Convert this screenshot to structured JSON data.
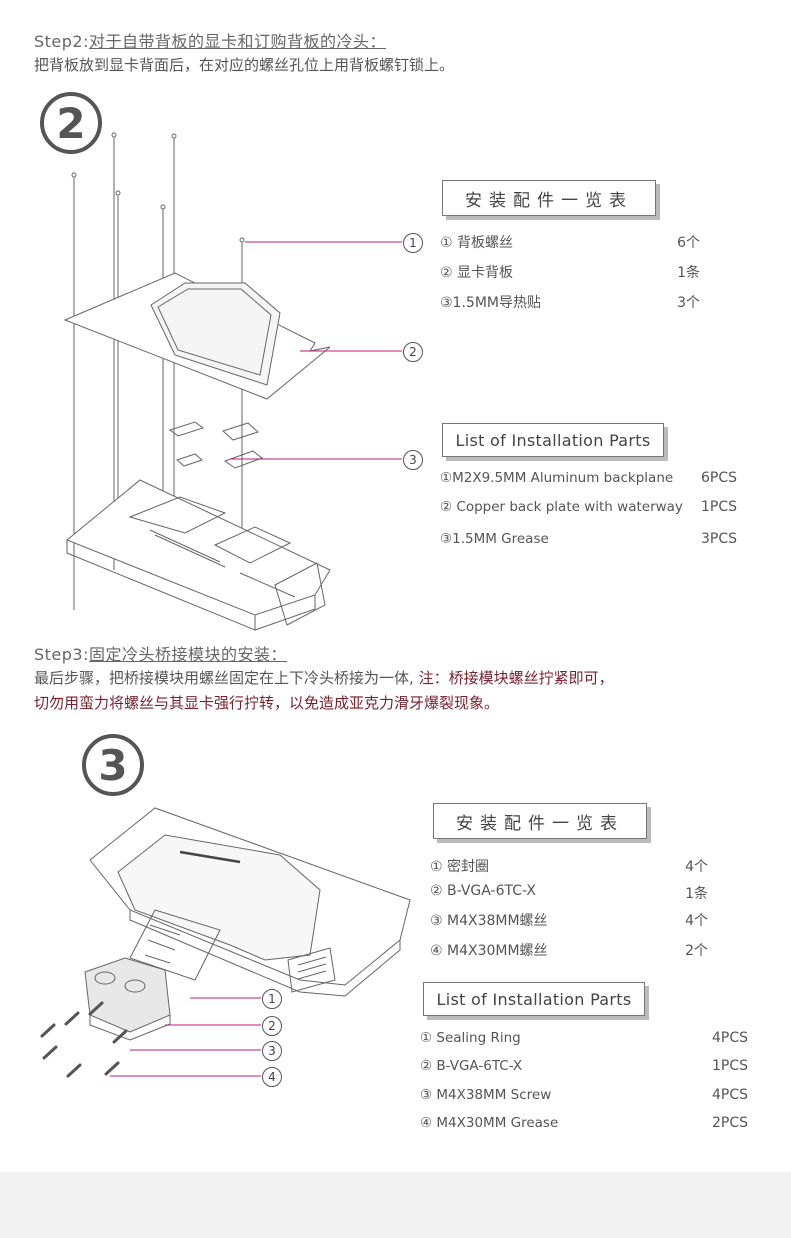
{
  "step2": {
    "title_prefix": "Step2:",
    "title_text": "对于自带背板的显卡和订购背板的冷头：",
    "desc": "把背板放到显卡背面后，在对应的螺丝孔位上用背板螺钉锁上。",
    "badge": "2",
    "parts_cn_header": "安装配件一览表",
    "parts_cn": [
      {
        "name": "① 背板螺丝",
        "qty": "6个"
      },
      {
        "name": "② 显卡背板",
        "qty": "1条"
      },
      {
        "name": "③1.5MM导热贴",
        "qty": "3个"
      }
    ],
    "parts_en_header": "List of Installation Parts",
    "parts_en": [
      {
        "name": "①M2X9.5MM Aluminum backplane",
        "qty": "6PCS"
      },
      {
        "name": "② Copper back plate with waterway",
        "qty": "1PCS"
      },
      {
        "name": "③1.5MM Grease",
        "qty": "3PCS"
      }
    ],
    "callouts": [
      "1",
      "2",
      "3"
    ]
  },
  "step3": {
    "title_prefix": "Step3:",
    "title_text": "固定冷头桥接模块的安装：",
    "desc_line1": "最后步骤，把桥接模块用螺丝固定在上下冷头桥接为一体,",
    "note_line1": "注：桥接模块螺丝拧紧即可，",
    "note_line2": "切勿用蛮力将螺丝与其显卡强行拧转，以免造成亚克力滑牙爆裂现象。",
    "badge": "3",
    "parts_cn_header": "安装配件一览表",
    "parts_cn": [
      {
        "name": "① 密封圈",
        "qty": "4个"
      },
      {
        "name": "② B-VGA-6TC-X",
        "qty": "1条"
      },
      {
        "name": "③ M4X38MM螺丝",
        "qty": "4个"
      },
      {
        "name": "④ M4X30MM螺丝",
        "qty": "2个"
      }
    ],
    "parts_en_header": "List of Installation Parts",
    "parts_en": [
      {
        "name": "① Sealing  Ring",
        "qty": "4PCS"
      },
      {
        "name": "② B-VGA-6TC-X",
        "qty": "1PCS"
      },
      {
        "name": "③ M4X38MM Screw",
        "qty": "4PCS"
      },
      {
        "name": "④ M4X30MM Grease",
        "qty": "2PCS"
      }
    ],
    "callouts": [
      "1",
      "2",
      "3",
      "4"
    ]
  },
  "colors": {
    "callout_line": "#c2187a",
    "accent_note": "#7a1f2b"
  }
}
